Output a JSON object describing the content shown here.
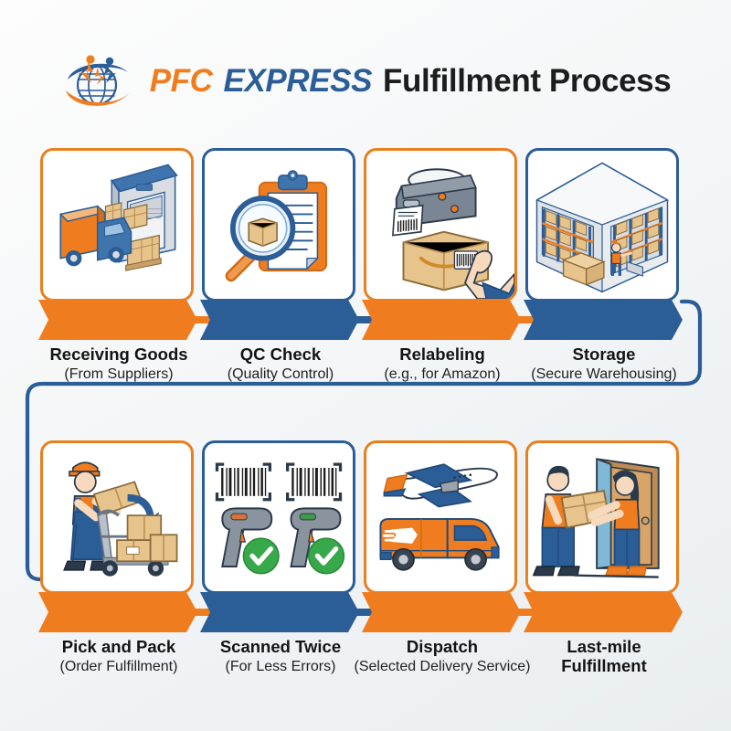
{
  "header": {
    "logo_icon": "pfc-globe-people-logo",
    "title_brand_1": "PFC",
    "title_brand_2": "EXPRESS",
    "title_rest": "Fulfillment Process"
  },
  "colors": {
    "orange": "#e8801f",
    "orange_fill": "#ef7d1f",
    "blue": "#2b5d97",
    "blue_dark": "#1f4a7c",
    "green": "#37a94a",
    "background": "#f4f6f7",
    "card_bg": "#ffffff",
    "text": "#141414"
  },
  "flow": {
    "rows": [
      {
        "row_index": 1,
        "steps": [
          {
            "index": 1,
            "title": "Receiving Goods",
            "subtitle": "(From Suppliers)",
            "accent": "orange",
            "icon": "truck-warehouse-icon",
            "connector_arrow": "arrow-right-orange"
          },
          {
            "index": 2,
            "title": "QC Check",
            "subtitle": "(Quality Control)",
            "accent": "blue",
            "icon": "clipboard-magnifier-box-icon",
            "connector_arrow": "arrow-right-blue"
          },
          {
            "index": 3,
            "title": "Relabeling",
            "subtitle": "(e.g., for Amazon)",
            "accent": "orange",
            "icon": "label-printer-barcode-hand-icon",
            "connector_arrow": "arrow-right-orange"
          },
          {
            "index": 4,
            "title": "Storage",
            "subtitle": "(Secure Warehousing)",
            "accent": "blue",
            "icon": "warehouse-racking-icon",
            "connector_arrow": "none"
          }
        ]
      },
      {
        "row_index": 2,
        "steps": [
          {
            "index": 5,
            "title": "Pick and Pack",
            "subtitle": "(Order Fulfillment)",
            "accent": "orange",
            "icon": "worker-handtruck-boxes-icon",
            "connector_arrow": "arrow-right-orange"
          },
          {
            "index": 6,
            "title": "Scanned Twice",
            "subtitle": "(For Less Errors)",
            "accent": "blue",
            "icon": "double-barcode-scanner-check-icon",
            "connector_arrow": "arrow-right-blue"
          },
          {
            "index": 7,
            "title": "Dispatch",
            "subtitle": "(Selected Delivery Service)",
            "accent": "orange",
            "icon": "airplane-delivery-van-icon",
            "connector_arrow": "arrow-right-orange"
          },
          {
            "index": 8,
            "title": "Last-mile",
            "subtitle": "Fulfillment",
            "subtitle_is_bold": true,
            "accent": "orange",
            "icon": "courier-handover-door-icon",
            "connector_arrow": "none"
          }
        ]
      }
    ],
    "row_connector": "wrap-around-connector-blue"
  }
}
